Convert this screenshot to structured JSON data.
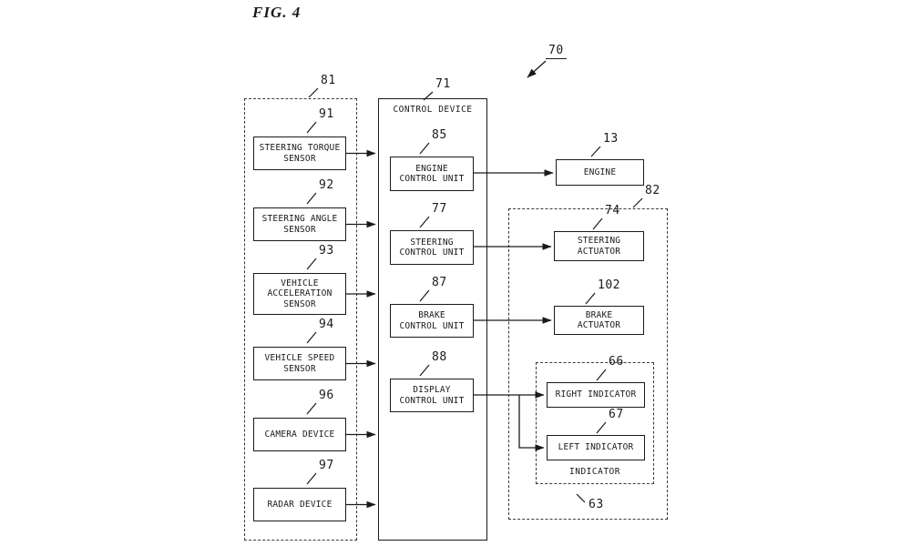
{
  "figure": {
    "title": "FIG. 4",
    "system_ref": "70"
  },
  "groups": {
    "sensor_group": {
      "ref": "81"
    },
    "control_device": {
      "ref": "71",
      "title": "CONTROL DEVICE"
    },
    "actuator_group": {
      "ref": "82"
    },
    "indicator_group": {
      "ref": "63",
      "label": "INDICATOR"
    }
  },
  "sensors": [
    {
      "ref": "91",
      "label": "STEERING TORQUE\nSENSOR"
    },
    {
      "ref": "92",
      "label": "STEERING ANGLE\nSENSOR"
    },
    {
      "ref": "93",
      "label": "VEHICLE\nACCELERATION\nSENSOR"
    },
    {
      "ref": "94",
      "label": "VEHICLE SPEED\nSENSOR"
    },
    {
      "ref": "96",
      "label": "CAMERA DEVICE"
    },
    {
      "ref": "97",
      "label": "RADAR DEVICE"
    }
  ],
  "control_units": [
    {
      "ref": "85",
      "label": "ENGINE\nCONTROL UNIT"
    },
    {
      "ref": "77",
      "label": "STEERING\nCONTROL UNIT"
    },
    {
      "ref": "87",
      "label": "BRAKE\nCONTROL UNIT"
    },
    {
      "ref": "88",
      "label": "DISPLAY\nCONTROL UNIT"
    }
  ],
  "outputs": {
    "engine": {
      "ref": "13",
      "label": "ENGINE"
    },
    "steering_actuator": {
      "ref": "74",
      "label": "STEERING\nACTUATOR"
    },
    "brake_actuator": {
      "ref": "102",
      "label": "BRAKE\nACTUATOR"
    },
    "right_indicator": {
      "ref": "66",
      "label": "RIGHT INDICATOR"
    },
    "left_indicator": {
      "ref": "67",
      "label": "LEFT INDICATOR"
    }
  }
}
